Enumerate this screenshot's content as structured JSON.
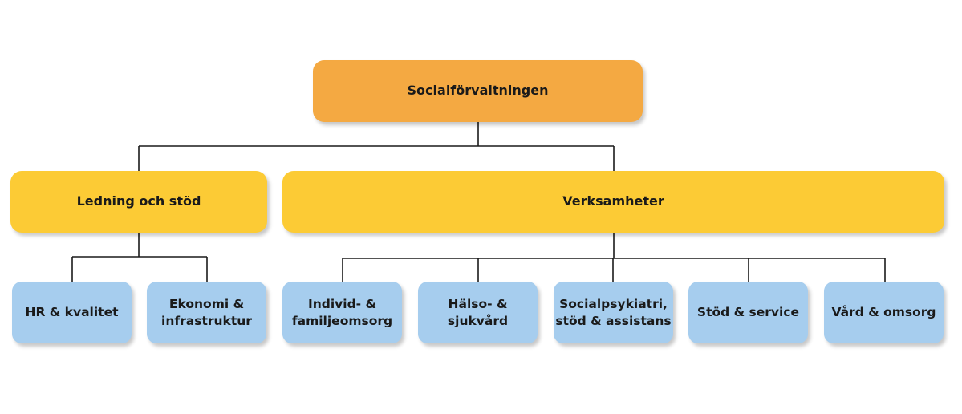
{
  "root": {
    "label": "Socialförvaltningen",
    "color": "#f4a942"
  },
  "groups": [
    {
      "label": "Ledning och stöd",
      "units": [
        "HR & kvalitet",
        "Ekonomi &\ninfrastruktur"
      ]
    },
    {
      "label": "Verksamheter",
      "units": [
        "Individ- &\nfamiljeomsorg",
        "Hälso- &\nsjukvård",
        "Socialpsykiatri,\nstöd & assistans",
        "Stöd & service",
        "Vård & omsorg"
      ]
    }
  ],
  "colors": {
    "group": "#fccb35",
    "unit": "#a6cdee",
    "line": "#1a1a1a"
  }
}
